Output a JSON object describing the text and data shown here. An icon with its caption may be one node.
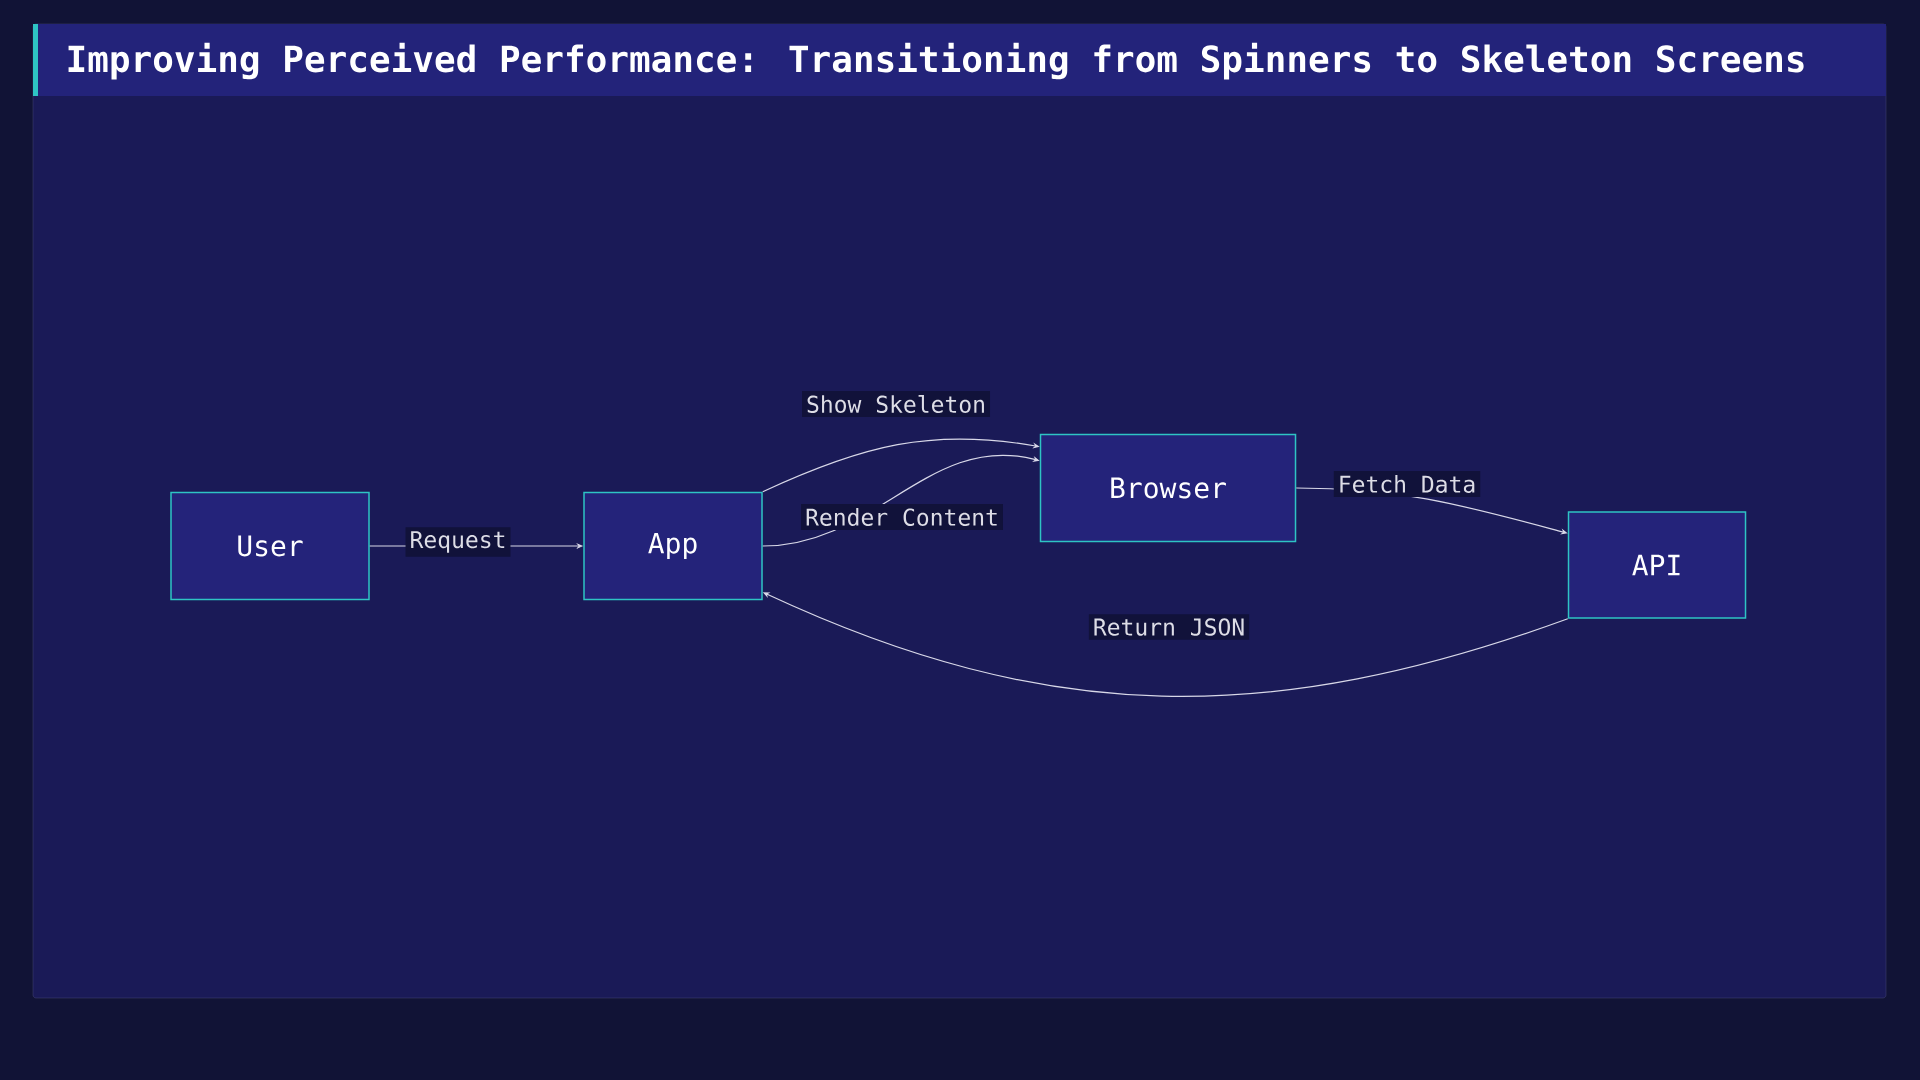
{
  "diagram": {
    "title": "Improving Perceived Performance: Transitioning from Spinners to Skeleton Screens",
    "nodes": [
      {
        "text": [
          "User"
        ]
      },
      {
        "text": [
          "App"
        ]
      },
      {
        "text": [
          "Browser"
        ]
      },
      {
        "text": [
          "API"
        ]
      }
    ],
    "edges": [
      {
        "from": 0,
        "to": 1,
        "arrow": "to",
        "label": "Request"
      },
      {
        "from": 1,
        "to": 2,
        "arrow": "to",
        "label": "Show Skeleton"
      },
      {
        "from": 1,
        "to": 2,
        "arrow": "to",
        "label": "Render Content"
      },
      {
        "from": 2,
        "to": 3,
        "arrow": "to",
        "label": "Fetch Data"
      },
      {
        "from": 3,
        "to": 1,
        "arrow": "to",
        "label": "Return JSON"
      }
    ]
  }
}
